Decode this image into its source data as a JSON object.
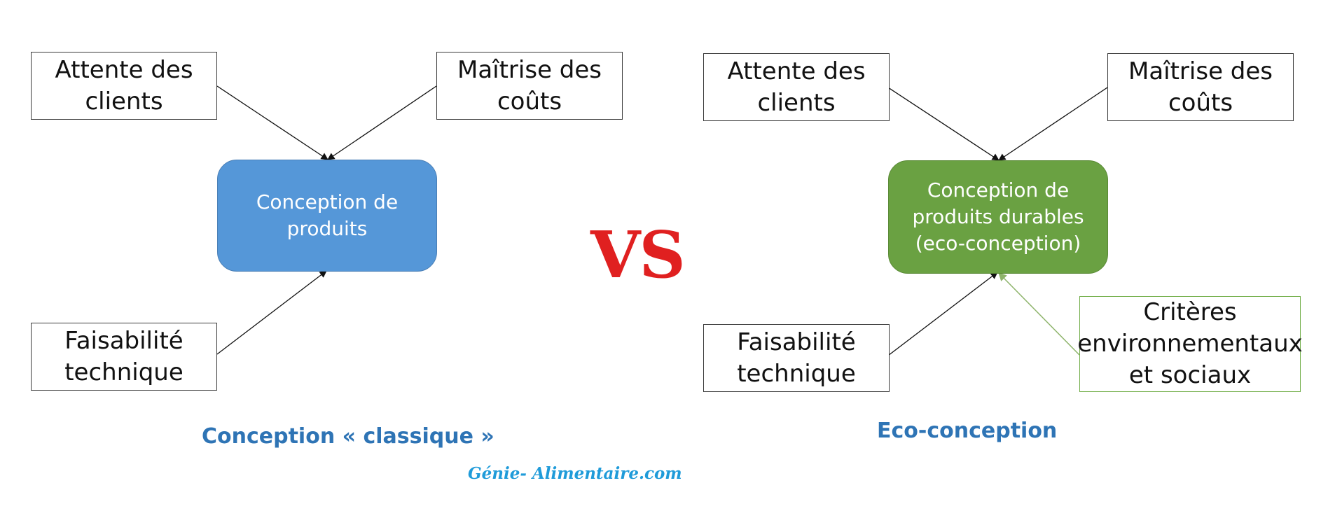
{
  "colors": {
    "classic_box": "#5597d8",
    "eco_box": "#6aa142",
    "criteria_border": "#70ad47",
    "caption": "#2e74b5",
    "vs": "#e02020",
    "site": "#1f9bd9",
    "arrow": "#111111",
    "criteria_arrow": "#8db36a"
  },
  "left_diagram": {
    "needs": [
      "Attente des",
      "clients"
    ],
    "costs": [
      "Maîtrise des",
      "coûts"
    ],
    "feasibility": [
      "Faisabilité",
      "technique"
    ],
    "center": [
      "Conception de",
      "produits"
    ],
    "caption": "Conception « classique »"
  },
  "vs_label": "VS",
  "right_diagram": {
    "needs": [
      "Attente des",
      "clients"
    ],
    "costs": [
      "Maîtrise des",
      "coûts"
    ],
    "feasibility": [
      "Faisabilité",
      "technique"
    ],
    "criteria": [
      "Critères",
      "environnementaux",
      "et sociaux"
    ],
    "center": [
      "Conception de",
      "produits durables",
      "(eco-conception)"
    ],
    "caption": "Eco-conception"
  },
  "site_label": "Génie- Alimentaire.com"
}
